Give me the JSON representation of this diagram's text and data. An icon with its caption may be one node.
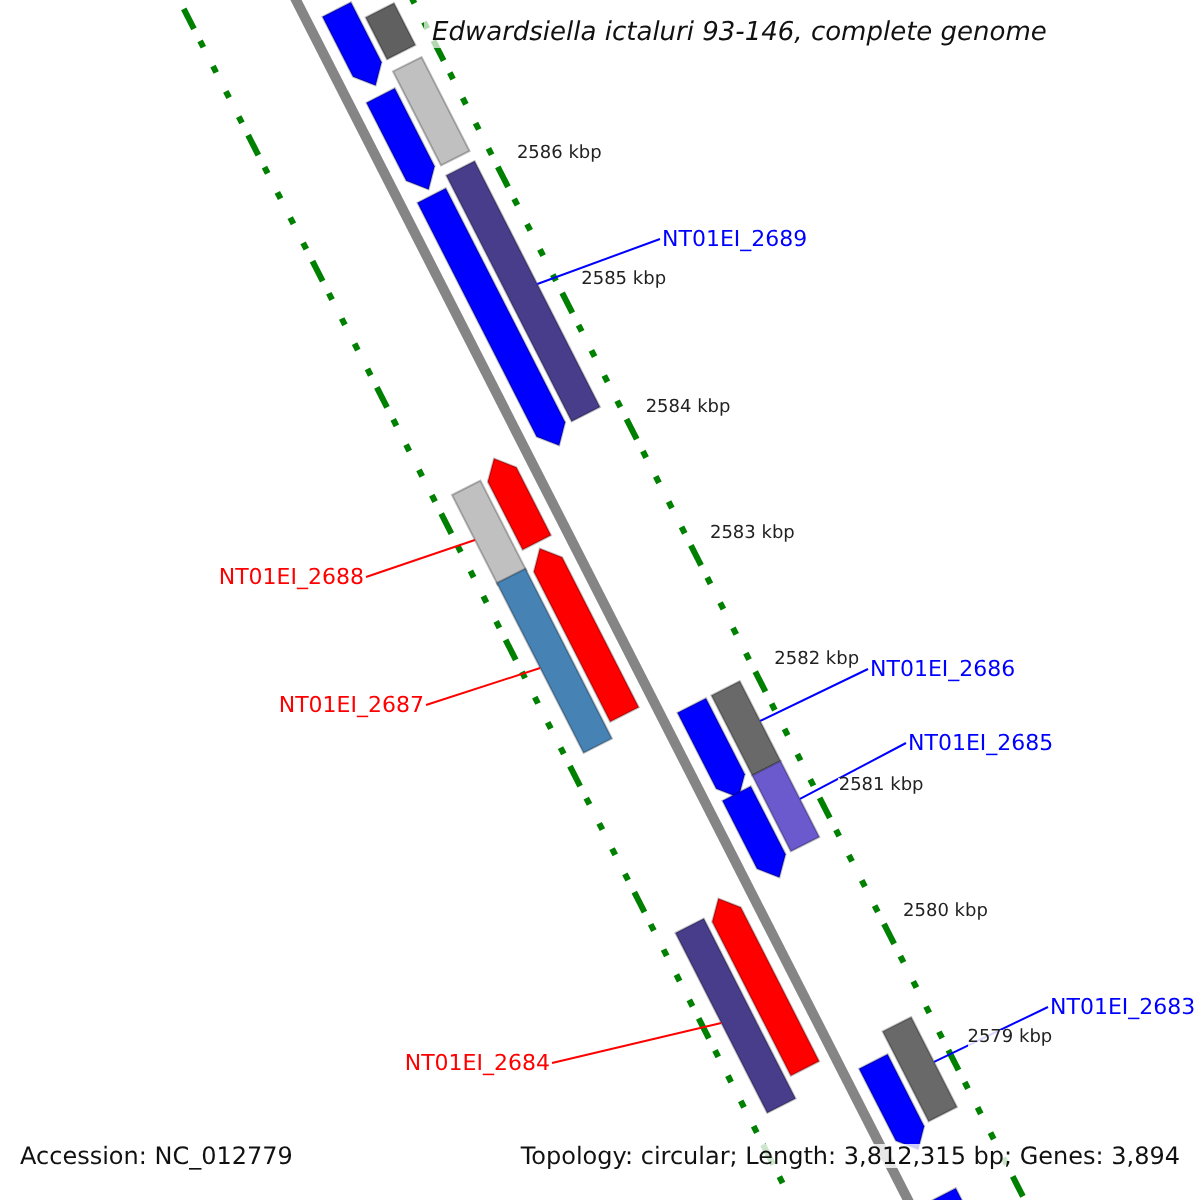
{
  "diagram": {
    "title": "Edwardsiella ictaluri 93-146, complete genome",
    "nodes": [
      {
        "text": [
          "NT01EI_2689"
        ]
      },
      {
        "text": [],
        "shape": "bar"
      },
      {
        "text": [
          "NT01EI_2688"
        ]
      },
      {
        "text": [],
        "shape": "bar"
      },
      {
        "text": [
          "NT01EI_2687"
        ]
      },
      {
        "text": [],
        "shape": "bar"
      },
      {
        "text": [
          "NT01EI_2686"
        ]
      },
      {
        "text": [],
        "shape": "bar"
      },
      {
        "text": [
          "NT01EI_2685"
        ]
      },
      {
        "text": [],
        "shape": "bar"
      },
      {
        "text": [
          "NT01EI_2684"
        ]
      },
      {
        "text": [],
        "shape": "bar"
      },
      {
        "text": [
          "NT01EI_2683"
        ]
      },
      {
        "text": [],
        "shape": "bar"
      },
      {
        "text": [],
        "shape": "bar"
      },
      {
        "text": [],
        "shape": "bar"
      },
      {
        "text": [],
        "shape": "bar"
      },
      {
        "text": [],
        "shape": "bar"
      },
      {
        "text": [],
        "shape": "bar"
      },
      {
        "text": [],
        "shape": "bar"
      },
      {
        "text": [],
        "shape": "bar"
      },
      {
        "text": [],
        "shape": "bar"
      },
      {
        "text": [],
        "shape": "bar"
      },
      {
        "text": [],
        "shape": "bar"
      },
      {
        "text": [],
        "shape": "bar"
      },
      {
        "text": [],
        "shape": "bar"
      }
    ],
    "edges": [
      {
        "from": 0,
        "to": 1,
        "arrow": "none"
      },
      {
        "from": 2,
        "to": 3,
        "arrow": "none",
        "color": "#ff0000"
      },
      {
        "from": 4,
        "to": 5,
        "arrow": "none",
        "color": "#ff0000"
      },
      {
        "from": 6,
        "to": 7,
        "arrow": "none"
      },
      {
        "from": 8,
        "to": 9,
        "arrow": "none"
      },
      {
        "from": 10,
        "to": 11,
        "arrow": "none",
        "color": "#ff0000"
      },
      {
        "from": 12,
        "to": 13,
        "arrow": "none"
      }
    ],
    "labels": [
      "2586 kbp",
      "2585 kbp",
      "2584 kbp",
      "2583 kbp",
      "2582 kbp",
      "2581 kbp",
      "2580 kbp",
      "2579 kbp",
      "Accession: NC_012779",
      "Topology: circular; Length: 3,812,315 bp; Genes: 3,894"
    ]
  }
}
